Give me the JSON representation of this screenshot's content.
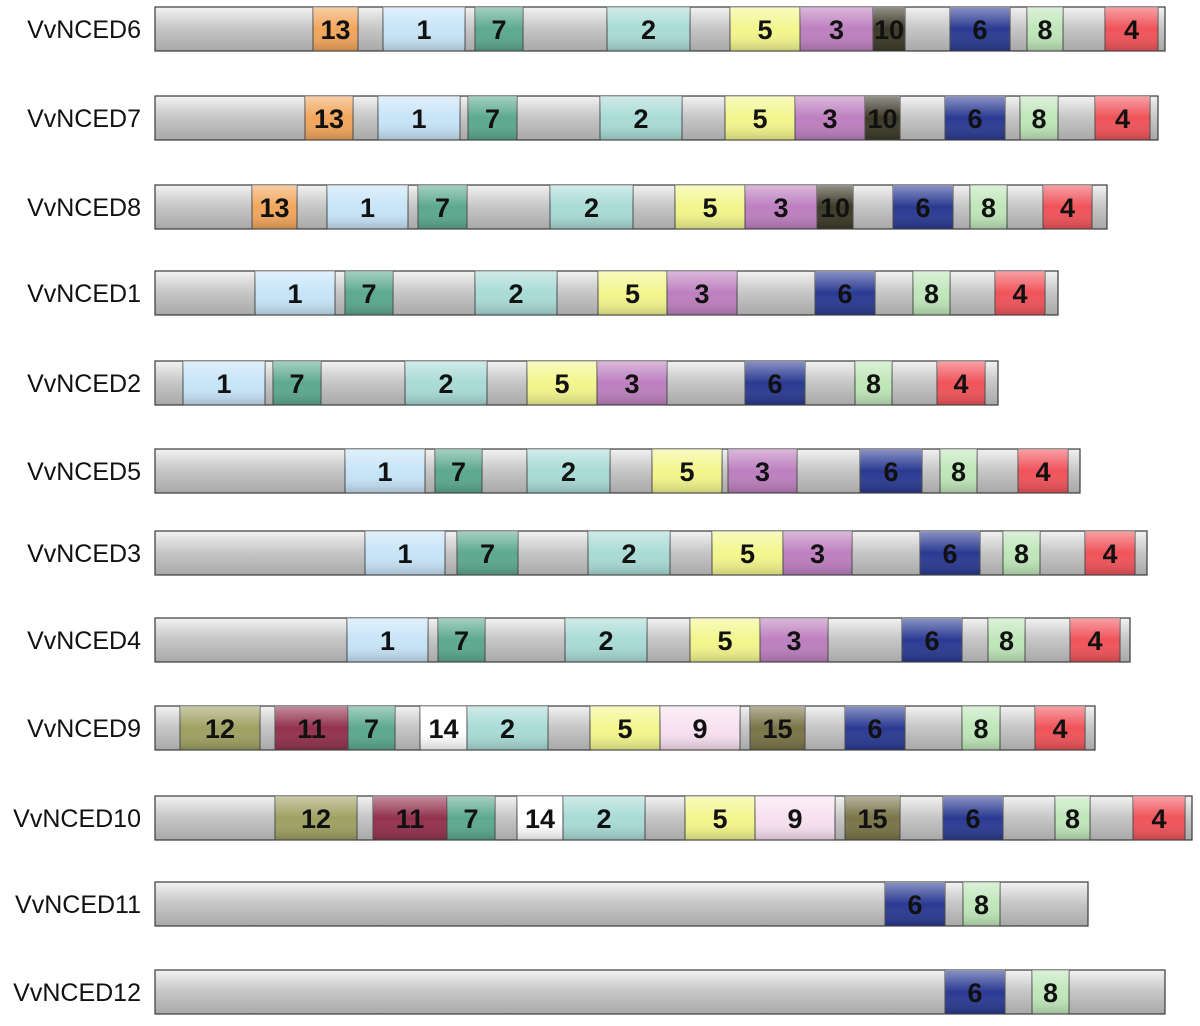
{
  "diagram": {
    "type": "gene-motif-structure",
    "motif_colors": {
      "1": "#c7e4f8",
      "2": "#a9dbd6",
      "3": "#bd7fbf",
      "4": "#f0535a",
      "5": "#f3f68c",
      "6": "#2a3a92",
      "7": "#5ca98f",
      "8": "#bfe6b9",
      "9": "#f8e1ef",
      "10": "#3b3a27",
      "11": "#93314f",
      "12": "#9fa162",
      "13": "#f2a65c",
      "14": "#ffffff",
      "15": "#7a7448"
    },
    "rows": [
      {
        "label": "VvNCED6",
        "length": 1010,
        "motifs": [
          {
            "id": "13",
            "start": 158,
            "end": 203
          },
          {
            "id": "1",
            "start": 228,
            "end": 310
          },
          {
            "id": "7",
            "start": 320,
            "end": 368
          },
          {
            "id": "2",
            "start": 452,
            "end": 535
          },
          {
            "id": "5",
            "start": 575,
            "end": 645
          },
          {
            "id": "3",
            "start": 645,
            "end": 718
          },
          {
            "id": "10",
            "start": 718,
            "end": 750
          },
          {
            "id": "6",
            "start": 795,
            "end": 855
          },
          {
            "id": "8",
            "start": 872,
            "end": 908
          },
          {
            "id": "4",
            "start": 950,
            "end": 1003
          }
        ]
      },
      {
        "label": "VvNCED7",
        "length": 1003,
        "motifs": [
          {
            "id": "13",
            "start": 150,
            "end": 198
          },
          {
            "id": "1",
            "start": 223,
            "end": 305
          },
          {
            "id": "7",
            "start": 313,
            "end": 362
          },
          {
            "id": "2",
            "start": 445,
            "end": 527
          },
          {
            "id": "5",
            "start": 570,
            "end": 640
          },
          {
            "id": "3",
            "start": 640,
            "end": 710
          },
          {
            "id": "10",
            "start": 710,
            "end": 745
          },
          {
            "id": "6",
            "start": 790,
            "end": 850
          },
          {
            "id": "8",
            "start": 865,
            "end": 903
          },
          {
            "id": "4",
            "start": 940,
            "end": 995
          }
        ]
      },
      {
        "label": "VvNCED8",
        "length": 952,
        "motifs": [
          {
            "id": "13",
            "start": 97,
            "end": 142
          },
          {
            "id": "1",
            "start": 172,
            "end": 253
          },
          {
            "id": "7",
            "start": 263,
            "end": 312
          },
          {
            "id": "2",
            "start": 395,
            "end": 478
          },
          {
            "id": "5",
            "start": 520,
            "end": 590
          },
          {
            "id": "3",
            "start": 590,
            "end": 662
          },
          {
            "id": "10",
            "start": 662,
            "end": 698
          },
          {
            "id": "6",
            "start": 738,
            "end": 798
          },
          {
            "id": "8",
            "start": 815,
            "end": 852
          },
          {
            "id": "4",
            "start": 888,
            "end": 937
          }
        ]
      },
      {
        "label": "VvNCED1",
        "length": 903,
        "motifs": [
          {
            "id": "1",
            "start": 100,
            "end": 180
          },
          {
            "id": "7",
            "start": 190,
            "end": 238
          },
          {
            "id": "2",
            "start": 320,
            "end": 402
          },
          {
            "id": "5",
            "start": 443,
            "end": 512
          },
          {
            "id": "3",
            "start": 512,
            "end": 582
          },
          {
            "id": "6",
            "start": 660,
            "end": 720
          },
          {
            "id": "8",
            "start": 758,
            "end": 795
          },
          {
            "id": "4",
            "start": 840,
            "end": 890
          }
        ]
      },
      {
        "label": "VvNCED2",
        "length": 843,
        "motifs": [
          {
            "id": "1",
            "start": 28,
            "end": 110
          },
          {
            "id": "7",
            "start": 118,
            "end": 166
          },
          {
            "id": "2",
            "start": 250,
            "end": 332
          },
          {
            "id": "5",
            "start": 372,
            "end": 442
          },
          {
            "id": "3",
            "start": 442,
            "end": 512
          },
          {
            "id": "6",
            "start": 590,
            "end": 650
          },
          {
            "id": "8",
            "start": 700,
            "end": 737
          },
          {
            "id": "4",
            "start": 782,
            "end": 830
          }
        ]
      },
      {
        "label": "VvNCED5",
        "length": 925,
        "motifs": [
          {
            "id": "1",
            "start": 190,
            "end": 270
          },
          {
            "id": "7",
            "start": 280,
            "end": 327
          },
          {
            "id": "2",
            "start": 372,
            "end": 455
          },
          {
            "id": "5",
            "start": 497,
            "end": 567
          },
          {
            "id": "3",
            "start": 573,
            "end": 642
          },
          {
            "id": "6",
            "start": 705,
            "end": 767
          },
          {
            "id": "8",
            "start": 785,
            "end": 822
          },
          {
            "id": "4",
            "start": 863,
            "end": 913
          }
        ]
      },
      {
        "label": "VvNCED3",
        "length": 992,
        "motifs": [
          {
            "id": "1",
            "start": 210,
            "end": 290
          },
          {
            "id": "7",
            "start": 302,
            "end": 363
          },
          {
            "id": "2",
            "start": 433,
            "end": 515
          },
          {
            "id": "5",
            "start": 557,
            "end": 628
          },
          {
            "id": "3",
            "start": 628,
            "end": 697
          },
          {
            "id": "6",
            "start": 765,
            "end": 825
          },
          {
            "id": "8",
            "start": 848,
            "end": 885
          },
          {
            "id": "4",
            "start": 930,
            "end": 980
          }
        ]
      },
      {
        "label": "VvNCED4",
        "length": 975,
        "motifs": [
          {
            "id": "1",
            "start": 192,
            "end": 273
          },
          {
            "id": "7",
            "start": 283,
            "end": 330
          },
          {
            "id": "2",
            "start": 410,
            "end": 492
          },
          {
            "id": "5",
            "start": 535,
            "end": 605
          },
          {
            "id": "3",
            "start": 605,
            "end": 673
          },
          {
            "id": "6",
            "start": 747,
            "end": 807
          },
          {
            "id": "8",
            "start": 833,
            "end": 870
          },
          {
            "id": "4",
            "start": 915,
            "end": 965
          }
        ]
      },
      {
        "label": "VvNCED9",
        "length": 940,
        "motifs": [
          {
            "id": "12",
            "start": 25,
            "end": 105
          },
          {
            "id": "11",
            "start": 120,
            "end": 193
          },
          {
            "id": "7",
            "start": 193,
            "end": 240
          },
          {
            "id": "14",
            "start": 265,
            "end": 312
          },
          {
            "id": "2",
            "start": 312,
            "end": 393
          },
          {
            "id": "5",
            "start": 435,
            "end": 505
          },
          {
            "id": "9",
            "start": 505,
            "end": 585
          },
          {
            "id": "15",
            "start": 595,
            "end": 650
          },
          {
            "id": "6",
            "start": 690,
            "end": 750
          },
          {
            "id": "8",
            "start": 807,
            "end": 845
          },
          {
            "id": "4",
            "start": 880,
            "end": 930
          }
        ]
      },
      {
        "label": "VvNCED10",
        "length": 1037,
        "motifs": [
          {
            "id": "12",
            "start": 120,
            "end": 202
          },
          {
            "id": "11",
            "start": 218,
            "end": 292
          },
          {
            "id": "7",
            "start": 292,
            "end": 340
          },
          {
            "id": "14",
            "start": 362,
            "end": 408
          },
          {
            "id": "2",
            "start": 408,
            "end": 490
          },
          {
            "id": "5",
            "start": 530,
            "end": 600
          },
          {
            "id": "9",
            "start": 600,
            "end": 680
          },
          {
            "id": "15",
            "start": 690,
            "end": 745
          },
          {
            "id": "6",
            "start": 788,
            "end": 848
          },
          {
            "id": "8",
            "start": 900,
            "end": 935
          },
          {
            "id": "4",
            "start": 978,
            "end": 1030
          }
        ]
      },
      {
        "label": "VvNCED11",
        "length": 933,
        "motifs": [
          {
            "id": "6",
            "start": 730,
            "end": 790
          },
          {
            "id": "8",
            "start": 808,
            "end": 845
          }
        ]
      },
      {
        "label": "VvNCED12",
        "length": 1010,
        "motifs": [
          {
            "id": "6",
            "start": 790,
            "end": 850
          },
          {
            "id": "8",
            "start": 877,
            "end": 914
          }
        ]
      }
    ]
  }
}
